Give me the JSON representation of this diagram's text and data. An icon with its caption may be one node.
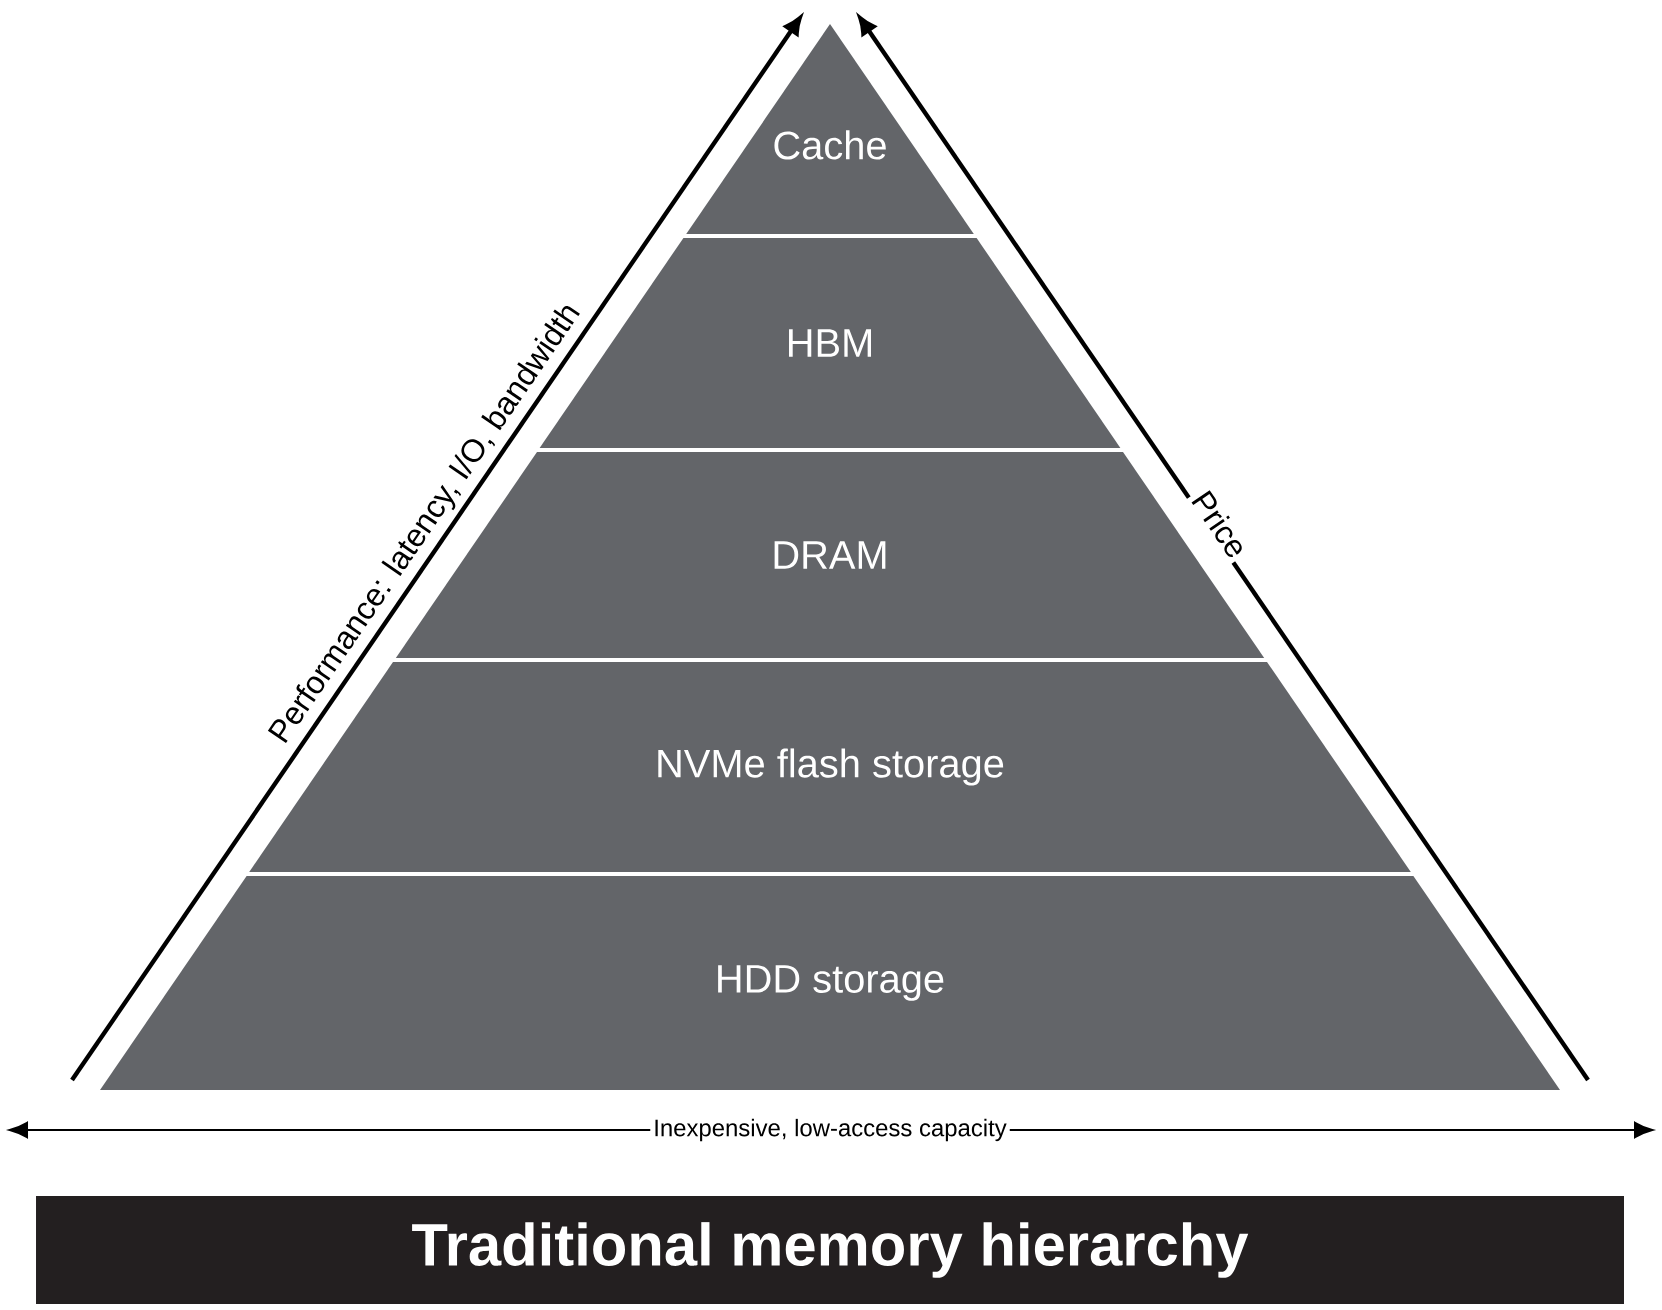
{
  "diagram": {
    "title": "Traditional memory hierarchy",
    "nodes": [
      {
        "text": [
          "Cache"
        ]
      },
      {
        "text": [
          "HBM"
        ]
      },
      {
        "text": [
          "DRAM"
        ]
      },
      {
        "text": [
          "NVMe flash storage"
        ]
      },
      {
        "text": [
          "HDD storage"
        ]
      }
    ],
    "labels": [
      "Performance: latency, I/O, bandwidth",
      "Price",
      "Inexpensive, low-access capacity"
    ]
  }
}
